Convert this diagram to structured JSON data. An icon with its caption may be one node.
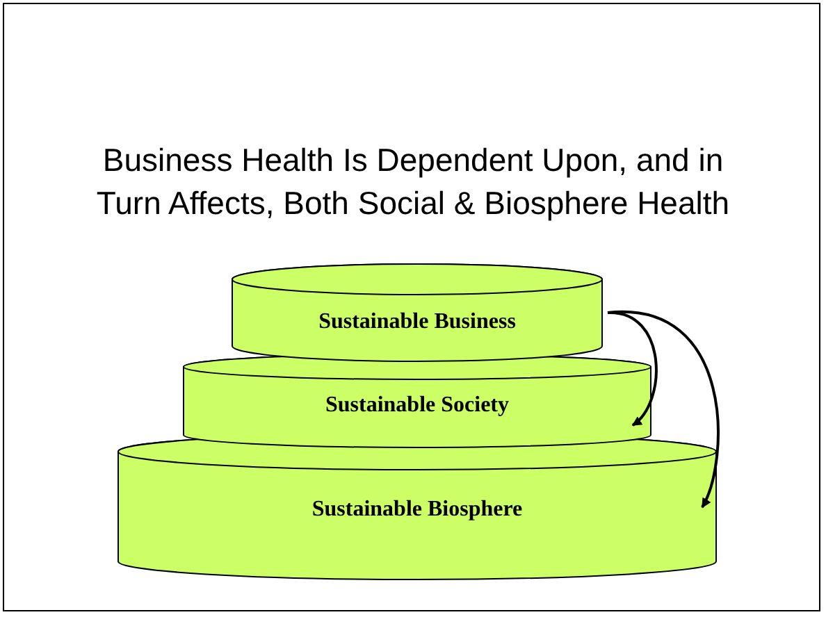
{
  "diagram": {
    "title": "Business Health Is Dependent Upon, and in Turn Affects, Both Social & Biosphere Health",
    "nodes": [
      {
        "text": [
          "Sustainable Business"
        ]
      },
      {
        "text": [
          "Sustainable Society"
        ]
      },
      {
        "text": [
          "Sustainable Biosphere"
        ]
      }
    ],
    "edges": [
      {
        "from": 0,
        "to": 1,
        "arrow": "to"
      },
      {
        "from": 0,
        "to": 2,
        "arrow": "to"
      }
    ]
  }
}
